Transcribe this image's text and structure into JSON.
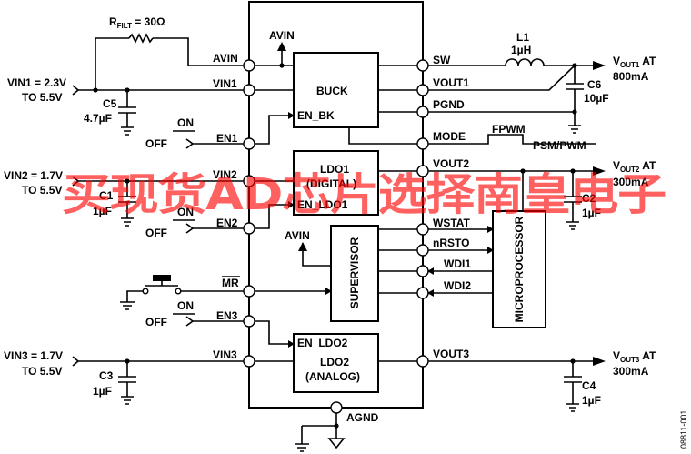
{
  "pins_left": {
    "avin": "AVIN",
    "vin1": "VIN1",
    "en1": "EN1",
    "vin2": "VIN2",
    "en2": "EN2",
    "mr": "MR",
    "en3": "EN3",
    "vin3": "VIN3"
  },
  "pins_right": {
    "sw": "SW",
    "vout1": "VOUT1",
    "pgnd": "PGND",
    "mode": "MODE",
    "vout2": "VOUT2",
    "wstat": "WSTAT",
    "nrsto": "nRSTO",
    "wdi1": "WDI1",
    "wdi2": "WDI2",
    "vout3": "VOUT3"
  },
  "agnd": "AGND",
  "avin_top": "AVIN",
  "avin_supervisor": "AVIN",
  "blocks": {
    "buck": "BUCK",
    "en_bk": "EN_BK",
    "ldo1_l1": "LDO1",
    "ldo1_l2": "(DIGITAL)",
    "en_ldo1": "EN_LDO1",
    "supervisor": "SUPERVISOR",
    "ldo2_en": "EN_LDO2",
    "ldo2_l1": "LDO2",
    "ldo2_l2": "(ANALOG)",
    "micro": "MICROPROCESSOR"
  },
  "rfilt": {
    "r": "R",
    "sub": "FILT",
    "val": " = 30Ω"
  },
  "switches": {
    "on": "ON",
    "off": "OFF"
  },
  "inputs": {
    "vin1_l1": "VIN1 = 2.3V",
    "vin1_l2": "TO 5.5V",
    "vin2_l1": "VIN2 = 1.7V",
    "vin2_l2": "TO 5.5V",
    "vin3_l1": "VIN3 = 1.7V",
    "vin3_l2": "TO 5.5V"
  },
  "caps": {
    "c5": "C5",
    "c5v": "4.7µF",
    "c1": "C1",
    "c1v": "1µF",
    "c3": "C3",
    "c3v": "1µF",
    "c6": "C6",
    "c6v": "10µF",
    "c2": "C2",
    "c2v": "1µF",
    "c4": "C4",
    "c4v": "1µF"
  },
  "inductor": {
    "name": "L1",
    "val": "1µH"
  },
  "outputs": {
    "v1": "V",
    "v1sub": "OUT1",
    "v1at": " AT",
    "v1cur": "800mA",
    "v2": "V",
    "v2sub": "OUT2",
    "v2at": " AT",
    "v2cur": "300mA",
    "v3": "V",
    "v3sub": "OUT3",
    "v3at": " AT",
    "v3cur": "300mA"
  },
  "mode_labels": {
    "fpwm": "FPWM",
    "psm": "PSM/PWM"
  },
  "figure_id": "08811-001",
  "watermark": "买现货AD芯片选择南皇电子"
}
